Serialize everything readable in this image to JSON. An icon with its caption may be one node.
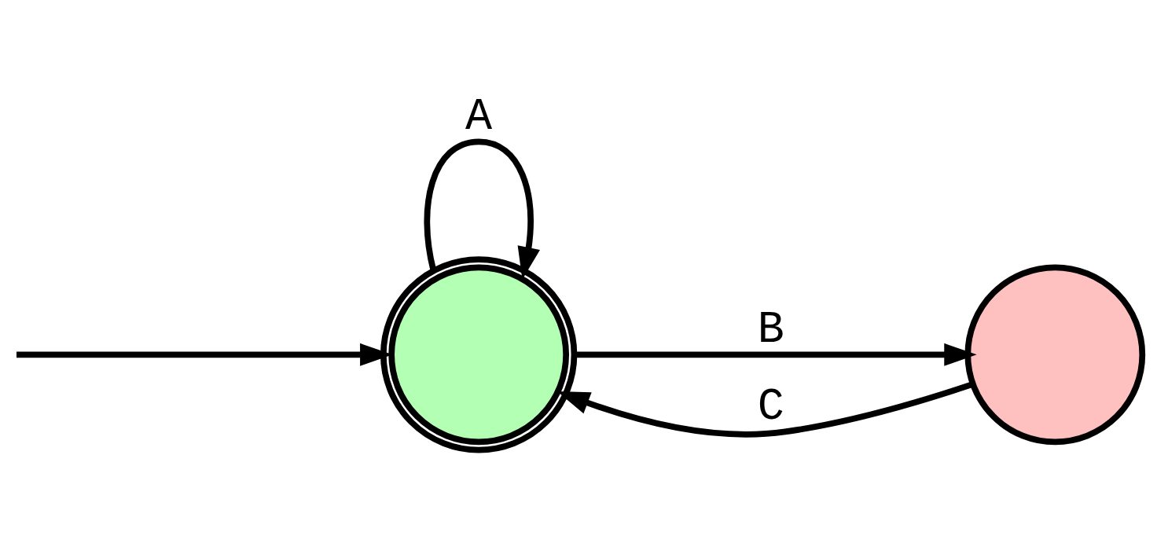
{
  "diagram": {
    "nodes": [
      {
        "text": [],
        "shape": "circle"
      },
      {
        "text": [],
        "shape": "circle"
      }
    ],
    "edges": [
      {
        "from": null,
        "to": 0,
        "arrow": "to"
      },
      {
        "from": 0,
        "to": 0,
        "arrow": "to",
        "label": "A"
      },
      {
        "from": 0,
        "to": 1,
        "arrow": "to",
        "label": "B"
      },
      {
        "from": 1,
        "to": 0,
        "arrow": "to",
        "label": "C"
      }
    ]
  }
}
